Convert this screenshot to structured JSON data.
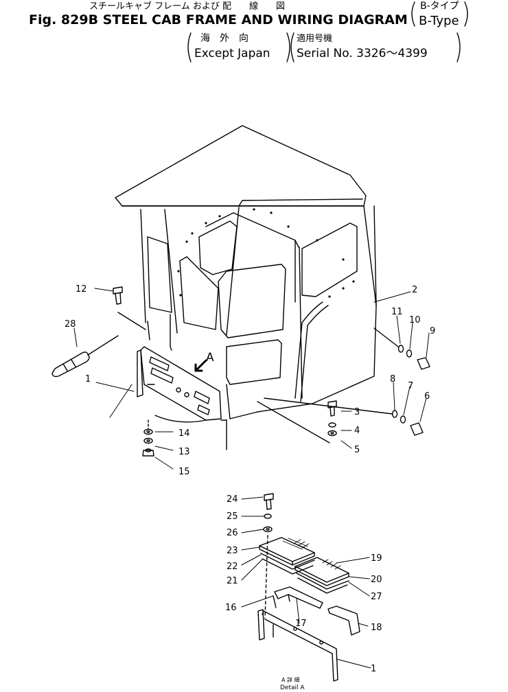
{
  "header": {
    "jp_title": "スチールキャブ フレーム および 配　　線　　図",
    "title": "Fig. 829B STEEL CAB FRAME AND WIRING DIAGRAM",
    "type_jp": "B-タイプ",
    "type_en": "B-Type",
    "region_jp": "海　外　向",
    "region_en": "Except Japan",
    "serial_jp": "適用号機",
    "serial_en": "Serial No. 3326～4399"
  },
  "detail": {
    "view_marker": "A",
    "caption_top": "A 詳 細",
    "caption": "Detail A"
  },
  "parts": {
    "p1": "1",
    "p2": "2",
    "p3": "3",
    "p4": "4",
    "p5": "5",
    "p6": "6",
    "p7": "7",
    "p8": "8",
    "p9": "9",
    "p10": "10",
    "p11": "11",
    "p12": "12",
    "p13": "13",
    "p14": "14",
    "p15": "15",
    "p16": "16",
    "p17": "17",
    "p18": "18",
    "p19": "19",
    "p20": "20",
    "p21": "21",
    "p22": "22",
    "p23": "23",
    "p24": "24",
    "p25": "25",
    "p26": "26",
    "p27": "27",
    "p28": "28",
    "p1b": "1"
  }
}
